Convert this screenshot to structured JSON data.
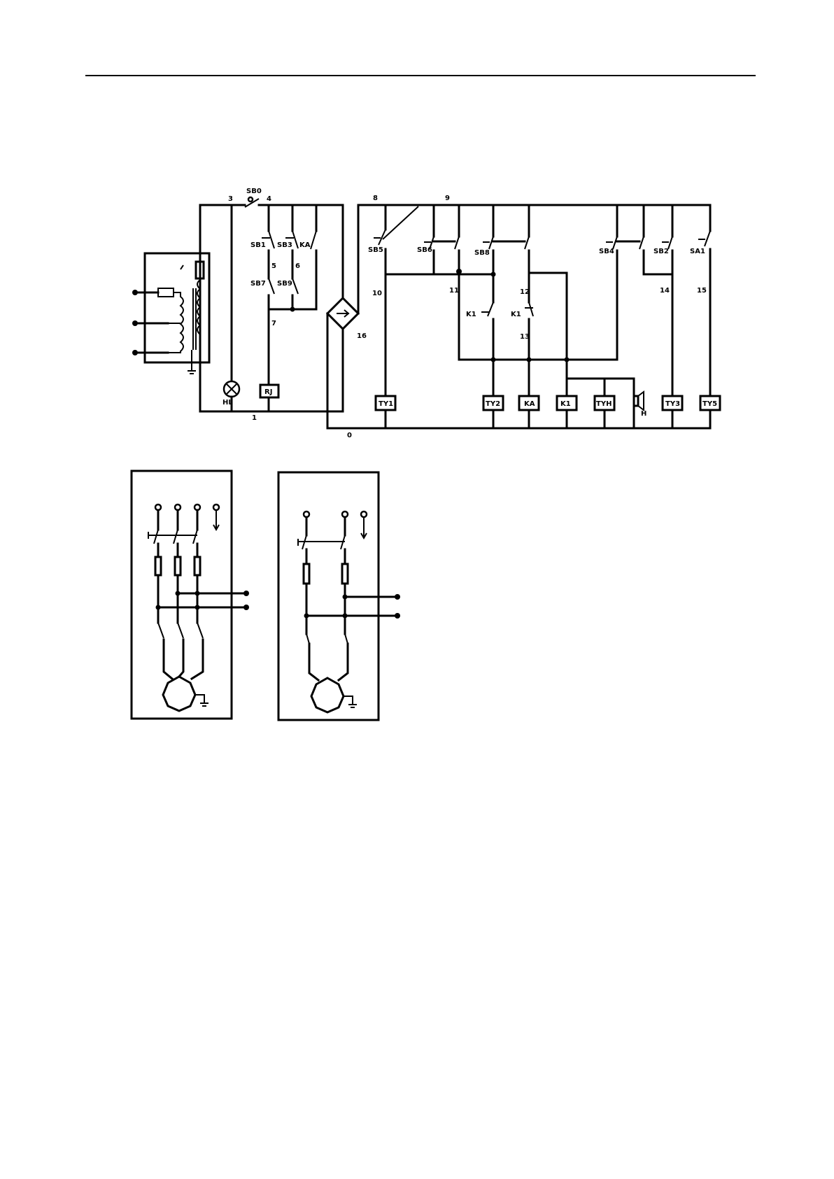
{
  "labels": {
    "sb0": "SB0",
    "sb1": "SB1",
    "sb3": "SB3",
    "ka_top": "KA",
    "sb7": "SB7",
    "sb9": "SB9",
    "hl": "HL",
    "rj": "RJ",
    "sb5": "SB5",
    "sb6": "SB6",
    "sb8": "SB8",
    "sb4": "SB4",
    "sb2": "SB2",
    "sa1": "SA1",
    "k1_a": "K1",
    "k1_b": "K1",
    "ha": "H",
    "coil_ty1": "TY1",
    "coil_ty2": "TY2",
    "coil_ka": "KA",
    "coil_k1": "K1",
    "coil_tyh": "TYH",
    "coil_ty3": "TY3",
    "coil_ty5": "TY5"
  },
  "wire_numbers": {
    "n3": "3",
    "n4": "4",
    "n5": "5",
    "n6": "6",
    "n7": "7",
    "n8": "8",
    "n9": "9",
    "n10": "10",
    "n11": "11",
    "n12": "12",
    "n13": "13",
    "n14": "14",
    "n15": "15",
    "n16": "16",
    "n1": "1",
    "n0": "0"
  }
}
